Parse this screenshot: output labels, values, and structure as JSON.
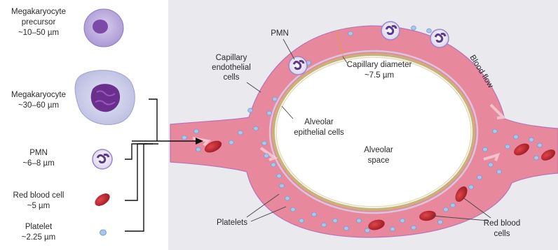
{
  "legend": {
    "megakaryocyte_precursor": {
      "line1": "Megakaryocyte",
      "line2": "precursor",
      "size": "~10–50 µm"
    },
    "megakaryocyte": {
      "line1": "Megakaryocyte",
      "size": "~30–60 µm"
    },
    "pmn": {
      "line1": "PMN",
      "size": "~6–8 µm"
    },
    "red_blood_cell": {
      "line1": "Red blood cell",
      "size": "~5 µm"
    },
    "platelet": {
      "line1": "Platelet",
      "size": "~2.25 µm"
    }
  },
  "diagram": {
    "pmn": "PMN",
    "capillary_endothelial": {
      "line1": "Capillary",
      "line2": "endothelial",
      "line3": "cells"
    },
    "capillary_diameter": {
      "line1": "Capillary diameter",
      "line2": "~7.5 µm"
    },
    "blood_flow": "Blood flow",
    "alveolar_epithelial": {
      "line1": "Alveolar",
      "line2": "epithelial cells"
    },
    "alveolar_space": {
      "line1": "Alveolar",
      "line2": "space"
    },
    "platelets": "Platelets",
    "red_blood_cells": {
      "line1": "Red blood",
      "line2": "cells"
    }
  },
  "colors": {
    "panel_bg": "#e9e9ee",
    "vessel": "#e7889c",
    "vessel_light": "#f3b8c5",
    "endothelium": "#d9cbe6",
    "epithelium": "#c8b27c",
    "rbc": "#c0282f",
    "platelet": "#a9c7ea",
    "cell_body": "#b4a4d6",
    "nucleus": "#6b3a97"
  }
}
